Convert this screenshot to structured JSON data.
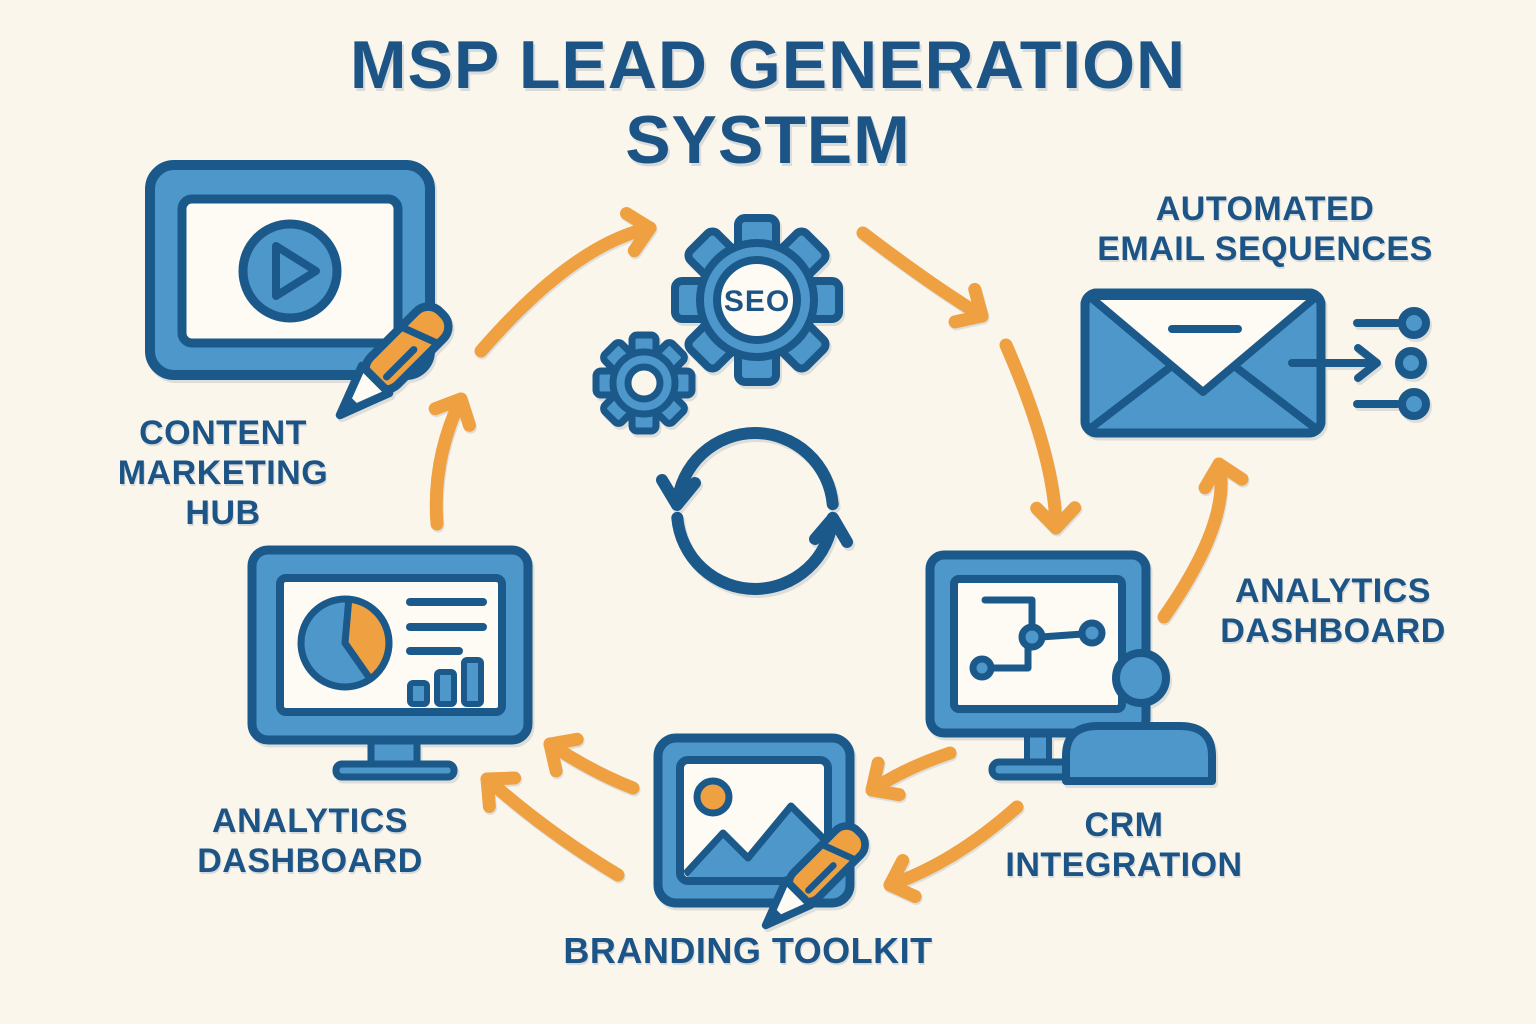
{
  "title": "MSP LEAD GENERATION\nSYSTEM",
  "colors": {
    "bg": "#faf6ec",
    "screen": "#fdfbf4",
    "blue": "#4d97cb",
    "dark": "#1b598b",
    "text": "#1d5486",
    "orange": "#efa041"
  },
  "nodes": {
    "content_hub": {
      "label": "CONTENT\nMARKETING\nHUB",
      "icon": "video-tablet-pencil-icon"
    },
    "seo": {
      "gear_text": "SEO",
      "icon": "seo-gears-icon"
    },
    "email": {
      "label": "AUTOMATED\nEMAIL SEQUENCES",
      "icon": "envelope-send-icon"
    },
    "analytics_right": {
      "label": "ANALYTICS\nDASHBOARD"
    },
    "crm": {
      "label": "CRM\nINTEGRATION",
      "icon": "crm-monitor-user-icon"
    },
    "branding": {
      "label": "BRANDING TOOLKIT",
      "icon": "image-pencil-icon"
    },
    "analytics_left": {
      "label": "ANALYTICS\nDASHBOARD",
      "icon": "analytics-monitor-icon"
    }
  },
  "center": {
    "icon": "cycle-arrows-icon"
  },
  "flow": {
    "direction": "circular",
    "connections": [
      "content-marketing-hub -> seo",
      "seo -> automated-email-sequences",
      "automated-email-sequences -> crm-integration",
      "crm-integration -> automated-email-sequences (analytics dashboard)",
      "crm-integration -> branding-toolkit (x2)",
      "branding-toolkit -> analytics-dashboard-left (x2)",
      "analytics-dashboard-left -> content-marketing-hub"
    ]
  }
}
